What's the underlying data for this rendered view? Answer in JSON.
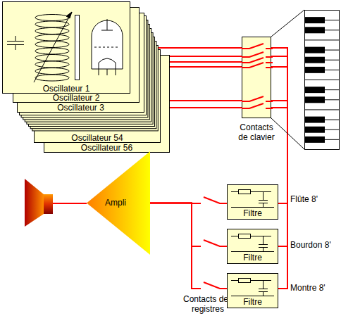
{
  "diagram": {
    "nodes": [
      {
        "text": [
          "Oscillateur 1"
        ]
      },
      {
        "text": [
          "Oscillateur 2"
        ]
      },
      {
        "text": [
          "Oscillateur 3"
        ]
      },
      {
        "text": [
          "Oscillateur 54"
        ]
      },
      {
        "text": [
          "Oscillateur 56"
        ]
      },
      {
        "text": [
          "Contacts de clavier"
        ]
      },
      {
        "text": [
          "Ampli"
        ]
      },
      {
        "text": [
          "Filtre"
        ]
      },
      {
        "text": [
          "Filtre"
        ]
      },
      {
        "text": [
          "Filtre"
        ]
      }
    ],
    "edges": [
      {
        "from": 0,
        "to": 5,
        "arrow": "none"
      },
      {
        "from": 1,
        "to": 5,
        "arrow": "none"
      },
      {
        "from": 2,
        "to": 5,
        "arrow": "none"
      },
      {
        "from": 3,
        "to": 5,
        "arrow": "none"
      },
      {
        "from": 4,
        "to": 5,
        "arrow": "none"
      },
      {
        "from": 5,
        "to": 7,
        "arrow": "none"
      },
      {
        "from": 5,
        "to": 8,
        "arrow": "none"
      },
      {
        "from": 5,
        "to": 9,
        "arrow": "none"
      },
      {
        "from": 7,
        "to": 6,
        "arrow": "none"
      },
      {
        "from": 8,
        "to": 6,
        "arrow": "none"
      },
      {
        "from": 9,
        "to": 6,
        "arrow": "none"
      }
    ],
    "labels": [
      "Flûte 8'",
      "Bourdon 8'",
      "Montre 8'",
      "Contacts des registres"
    ]
  }
}
